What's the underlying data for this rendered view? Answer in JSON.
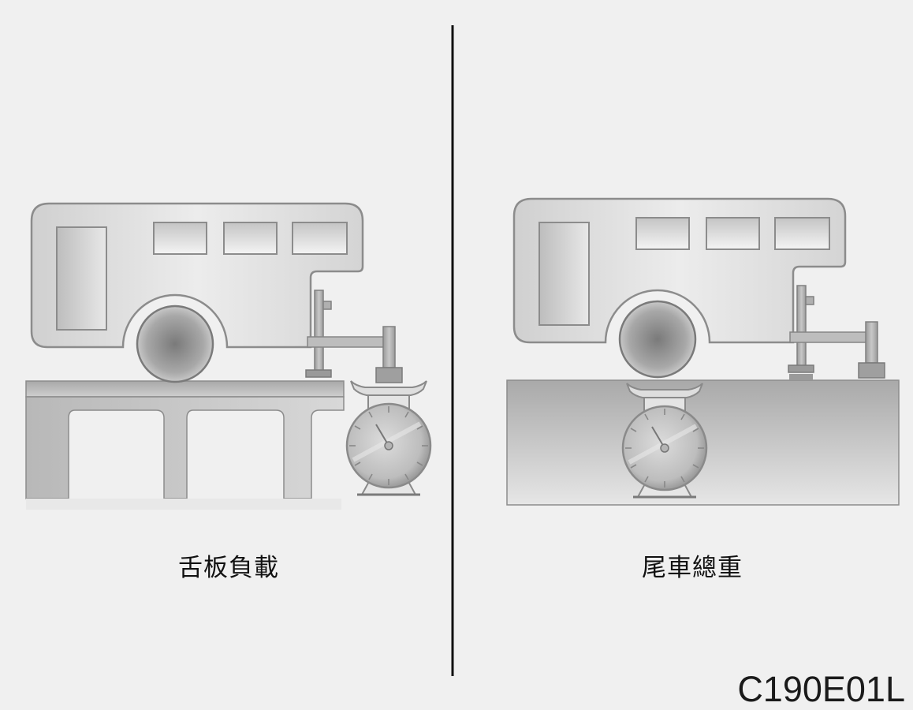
{
  "panels": [
    {
      "caption": "舌板負載"
    },
    {
      "caption": "尾車總重"
    }
  ],
  "figure_code": "C190E01L",
  "colors": {
    "background": "#f0f0f0",
    "divider": "#111111",
    "body_fill": "#e2e2e2",
    "outline": "#8a8a8a"
  }
}
